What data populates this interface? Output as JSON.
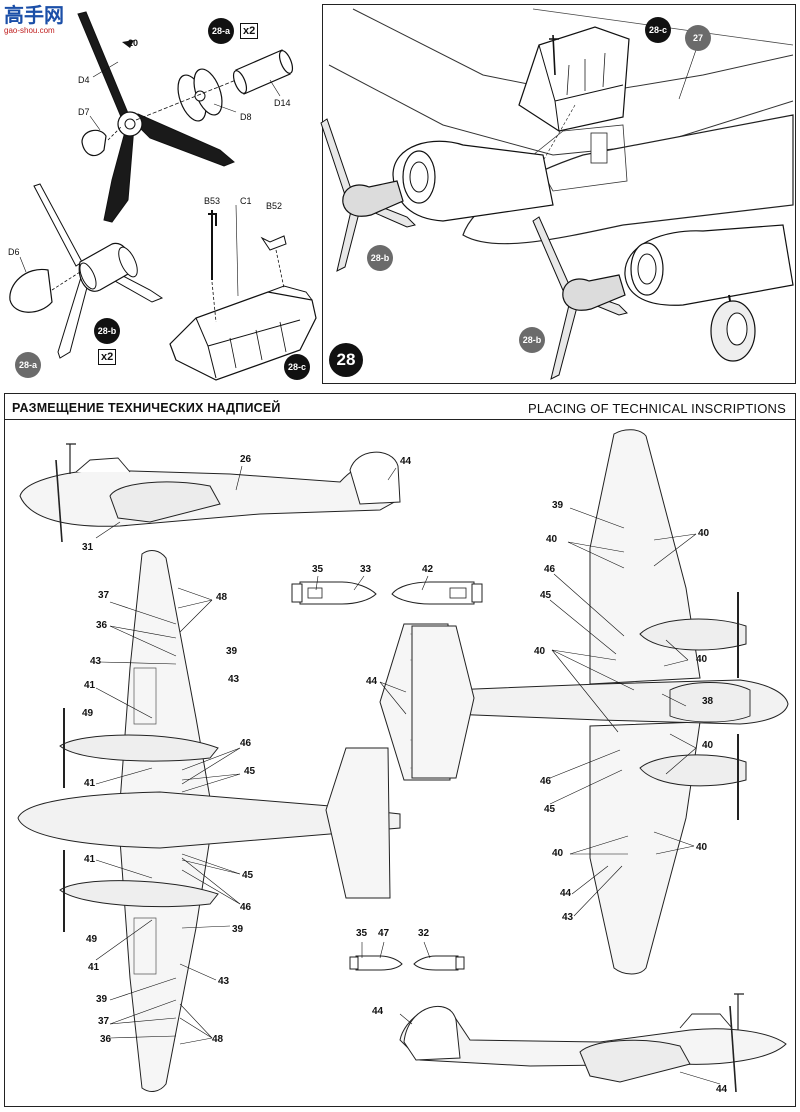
{
  "logo": {
    "chars": "高手网",
    "url": "gao-shou.com"
  },
  "step": {
    "number": "28"
  },
  "left_panel": {
    "parts": {
      "d4": "D4",
      "d7": "D7",
      "d8": "D8",
      "d14": "D14",
      "d6": "D6",
      "b53": "B53",
      "c1": "C1",
      "b52": "B52",
      "ref20": "20"
    },
    "badges": {
      "a": "28-a",
      "b": "28-b",
      "c": "28-c",
      "a2": "28-a"
    },
    "multipliers": {
      "a": "x2",
      "b": "x2"
    }
  },
  "right_panel": {
    "badges": {
      "c": "28-c",
      "b1": "28-b",
      "b2": "28-b"
    },
    "ref": "27"
  },
  "inscriptions": {
    "title_ru": "РАЗМЕЩЕНИЕ ТЕХНИЧЕСКИХ НАДПИСЕЙ",
    "title_en": "PLACING OF TECHNICAL INSCRIPTIONS",
    "side_top": {
      "n26": "26",
      "n44": "44",
      "n31": "31"
    },
    "top_view": {
      "n48a": "48",
      "n37a": "37",
      "n36a": "36",
      "n39a": "39",
      "n43a": "43",
      "n43b": "43",
      "n41a": "41",
      "n49a": "49",
      "n46a": "46",
      "n45a": "45",
      "n41b": "41",
      "n41c": "41",
      "n45b": "45",
      "n46b": "46",
      "n49b": "49",
      "n39b": "39",
      "n41d": "41",
      "n43c": "43",
      "n39c": "39",
      "n37b": "37",
      "n36b": "36",
      "n48b": "48"
    },
    "bombs_top": {
      "n35": "35",
      "n33": "33",
      "n42": "42"
    },
    "tail": {
      "n44": "44"
    },
    "bombs_bottom": {
      "n35": "35",
      "n47": "47",
      "n32": "32"
    },
    "bottom_view": {
      "n39": "39",
      "n40a": "40",
      "n40b": "40",
      "n46a": "46",
      "n45a": "45",
      "n40c": "40",
      "n40d": "40",
      "n38": "38",
      "n40e": "40",
      "n46b": "46",
      "n45b": "45",
      "n40f": "40",
      "n40g": "40",
      "n44": "44",
      "n43": "43"
    },
    "side_bottom": {
      "n44a": "44",
      "n44b": "44"
    }
  }
}
